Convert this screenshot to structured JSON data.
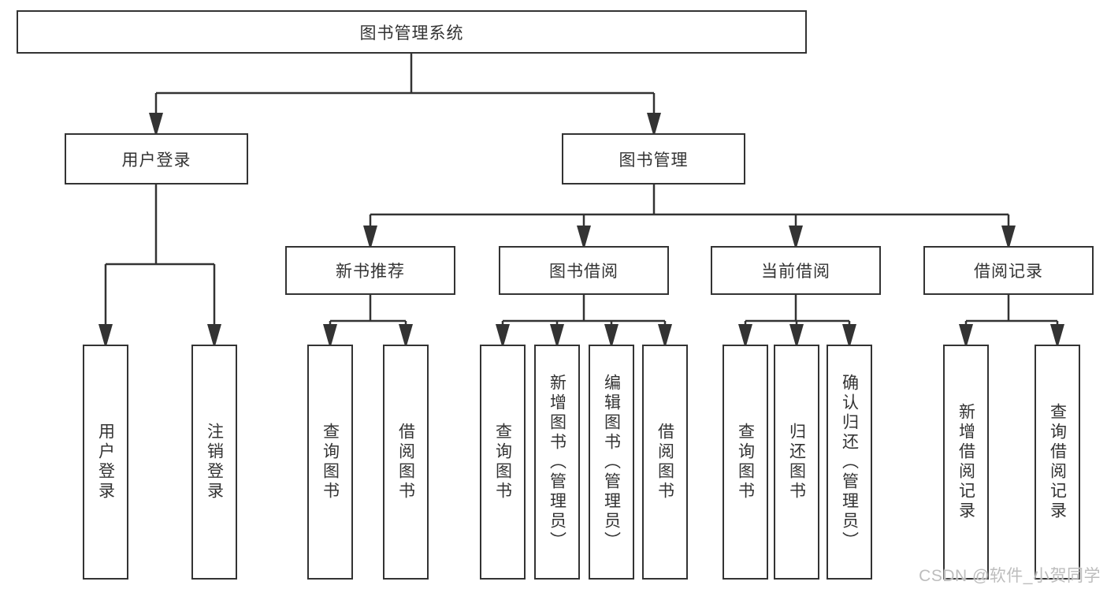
{
  "colors": {
    "line": "#333333",
    "box_border": "#333333",
    "text": "#333333",
    "watermark": "#bdbdbd",
    "background": "#ffffff"
  },
  "diagram": {
    "title": "图书管理系统",
    "branches": [
      {
        "label": "用户登录",
        "children": [
          "用户登录",
          "注销登录"
        ]
      },
      {
        "label": "图书管理",
        "sections": [
          {
            "label": "新书推荐",
            "children": [
              "查询图书",
              "借阅图书"
            ]
          },
          {
            "label": "图书借阅",
            "children": [
              "查询图书",
              "新增图书（管理员）",
              "编辑图书（管理员）",
              "借阅图书"
            ]
          },
          {
            "label": "当前借阅",
            "children": [
              "查询图书",
              "归还图书",
              "确认归还（管理员）"
            ]
          },
          {
            "label": "借阅记录",
            "children": [
              "新增借阅记录",
              "查询借阅记录"
            ]
          }
        ]
      }
    ]
  },
  "watermark": {
    "text": "CSDN @软件_小贺同学"
  }
}
